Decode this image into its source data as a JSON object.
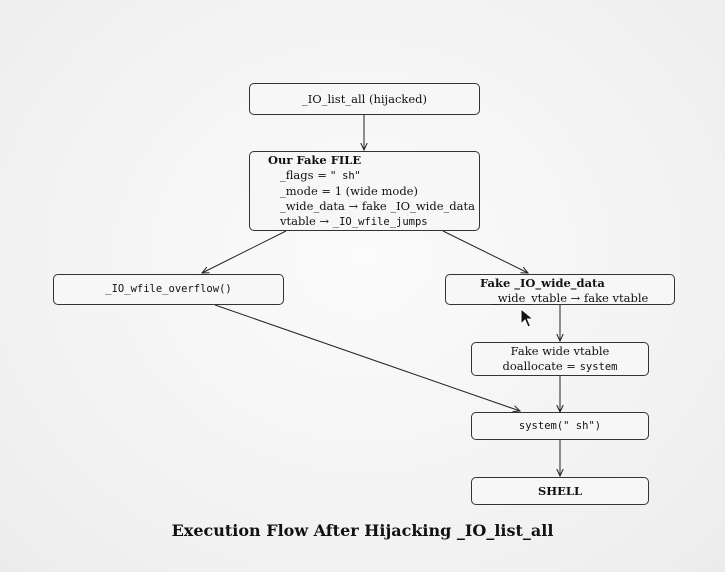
{
  "nodes": {
    "io_list_all": {
      "label": "_IO_list_all (hijacked)"
    },
    "fake_file": {
      "title": "Our Fake FILE",
      "fields": [
        "_flags = \" sh\"",
        "_mode = 1 (wide mode)",
        "_wide_data → fake _IO_wide_data",
        "vtable → _IO_wfile_jumps"
      ]
    },
    "wfile_overflow": {
      "label": "_IO_wfile_overflow()"
    },
    "fake_wide_data": {
      "title": "Fake _IO_wide_data",
      "field": "_wide_vtable → fake vtable"
    },
    "fake_wide_vtable": {
      "line1": "Fake wide vtable",
      "line2_prefix": "doallocate = ",
      "line2_code": "system"
    },
    "system_call": {
      "label": "system(\" sh\")"
    },
    "shell": {
      "label": "SHELL"
    }
  },
  "caption": "Execution Flow After Hijacking _IO_list_all"
}
